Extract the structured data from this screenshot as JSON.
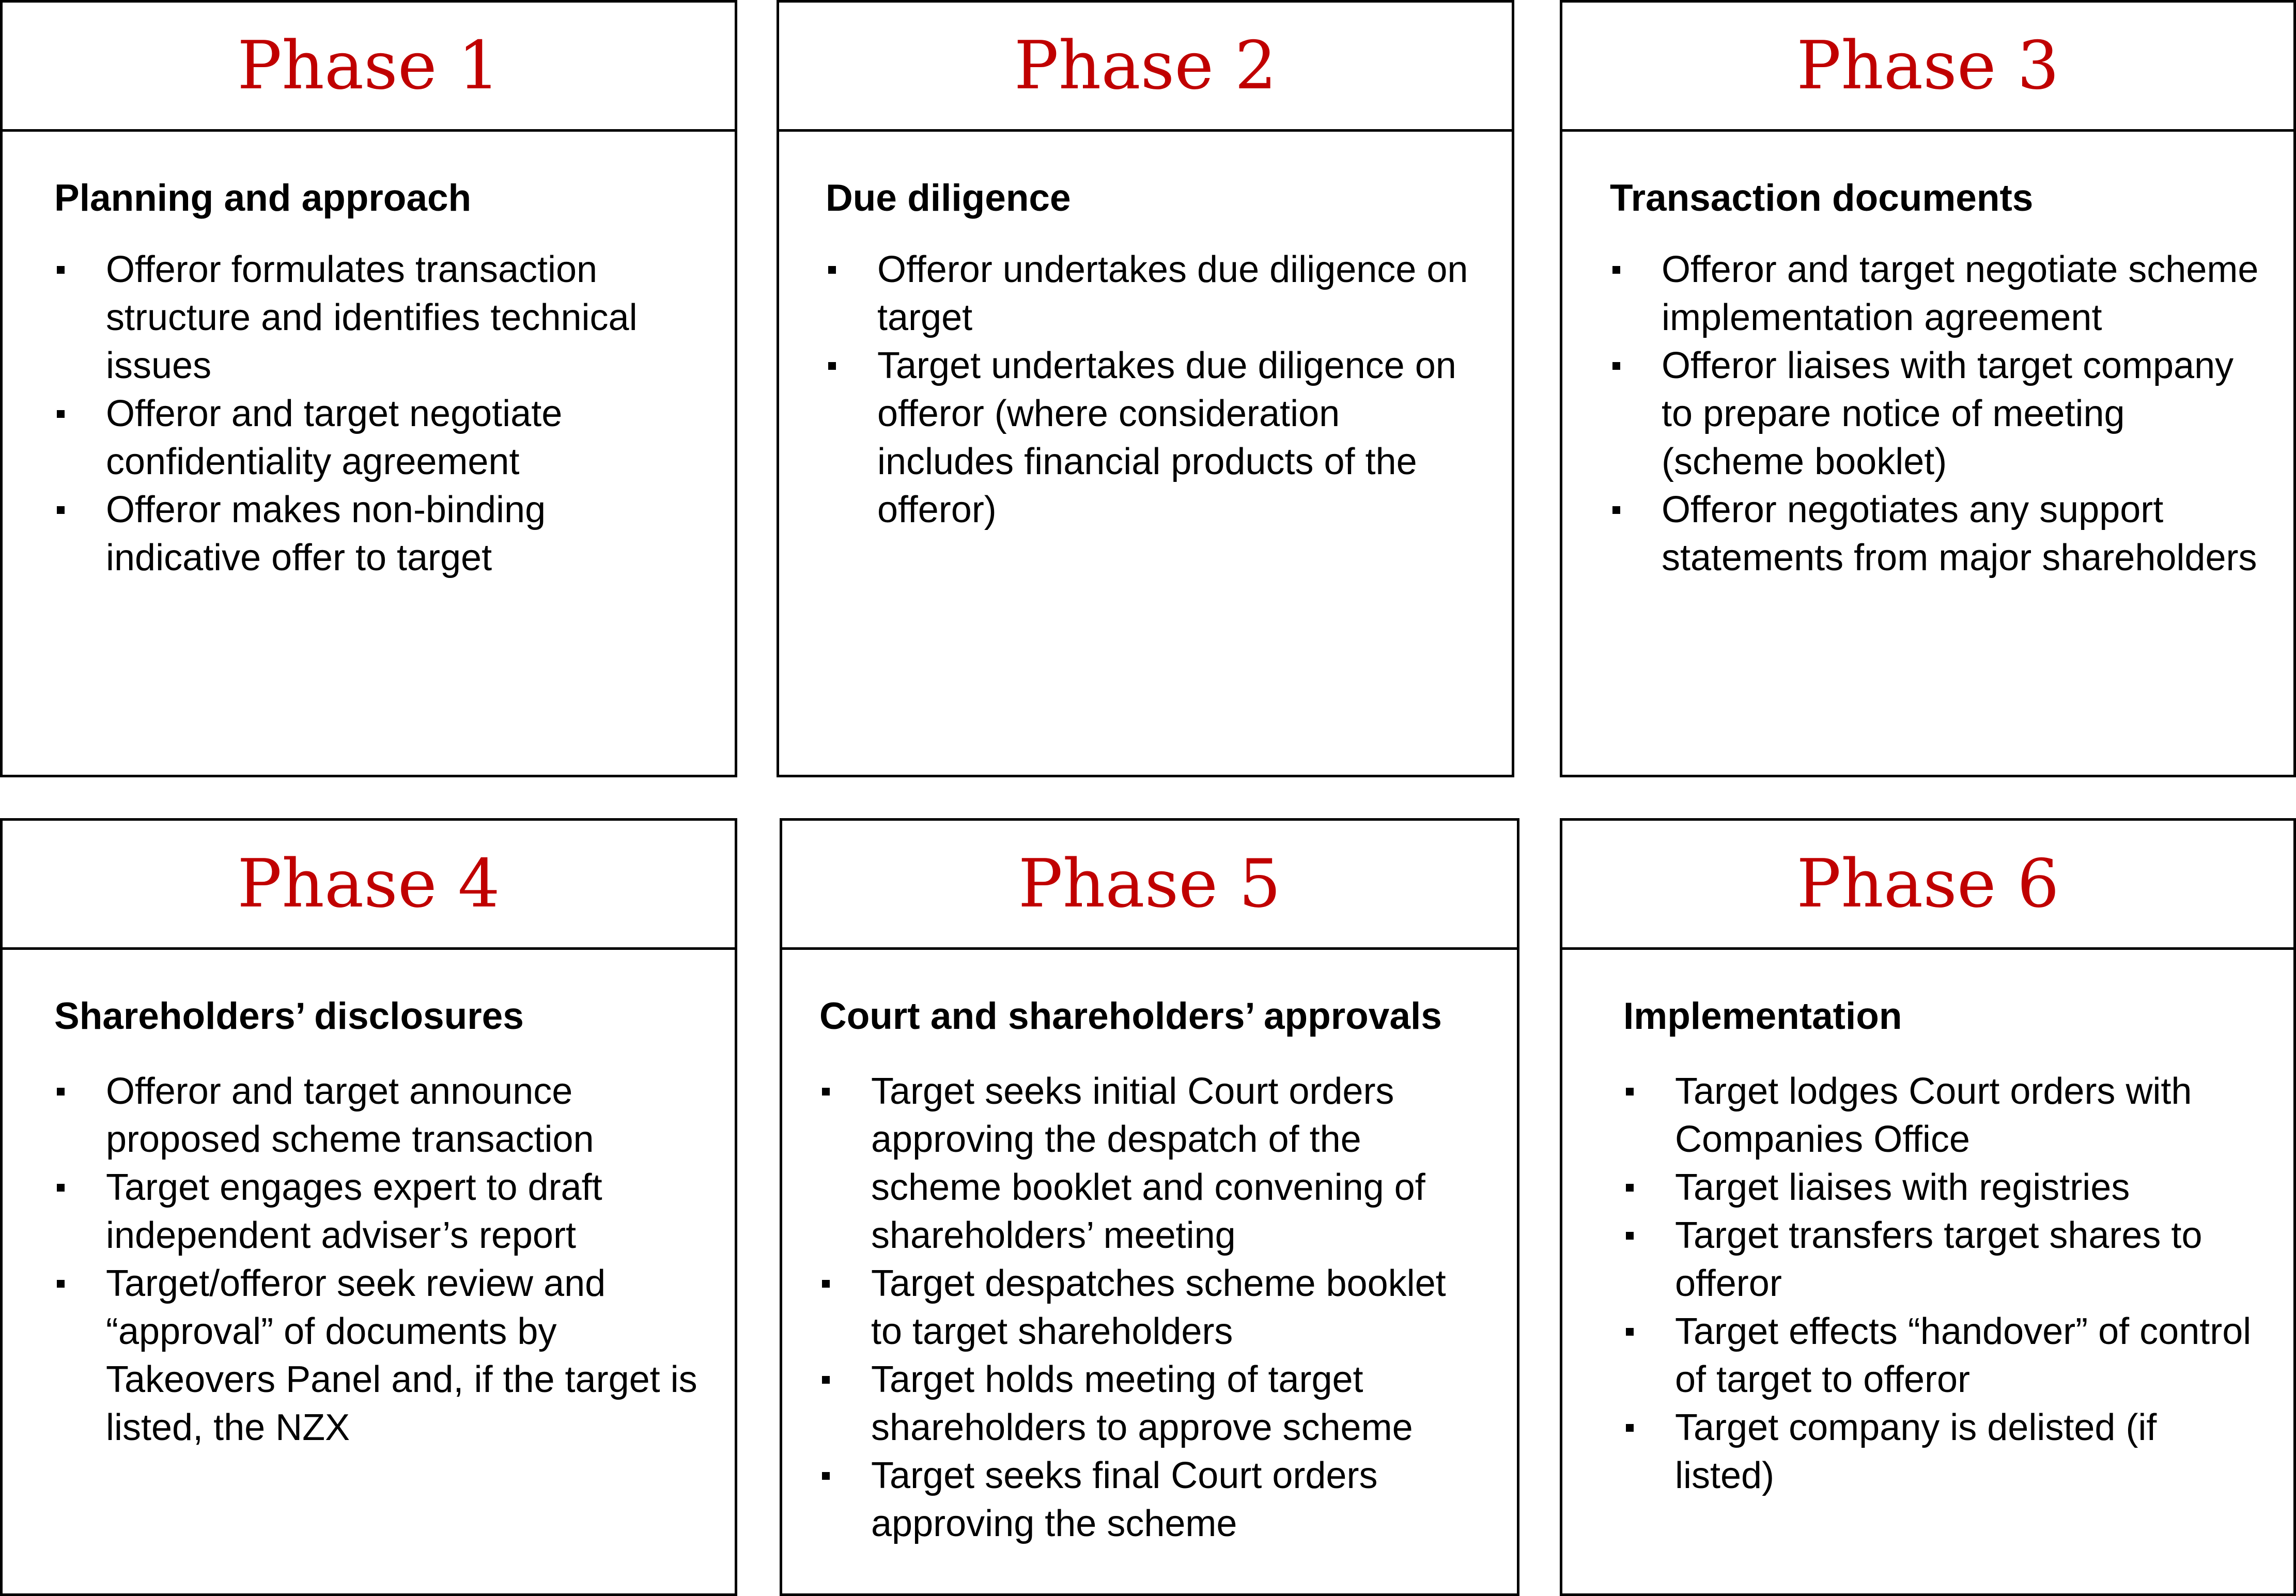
{
  "colors": {
    "phase_title": "#c00000",
    "border": "#000000",
    "text": "#000000",
    "background": "#ffffff"
  },
  "icons": {
    "bullet": "square-bullet-icon"
  },
  "phases": [
    {
      "title": "Phase 1",
      "subtitle": "Planning and approach",
      "items": [
        "Offeror formulates transaction structure and identifies technical issues",
        "Offeror and target negotiate confidentiality agreement",
        "Offeror makes non-binding indicative offer to target"
      ]
    },
    {
      "title": "Phase 2",
      "subtitle": "Due diligence",
      "items": [
        "Offeror undertakes due diligence on target",
        "Target undertakes due diligence on offeror (where consideration includes financial products of the offeror)"
      ]
    },
    {
      "title": "Phase 3",
      "subtitle": "Transaction documents",
      "items": [
        "Offeror and target negotiate scheme implementation agreement",
        "Offeror liaises with target company to prepare notice of meeting (scheme booklet)",
        "Offeror negotiates any support statements from major shareholders"
      ]
    },
    {
      "title": "Phase 4",
      "subtitle": "Shareholders’ disclosures",
      "items": [
        "Offeror and target announce proposed scheme transaction",
        "Target engages expert to draft independent adviser’s report",
        "Target/offeror seek review and “approval” of documents by Takeovers Panel and, if the target is listed, the NZX"
      ]
    },
    {
      "title": "Phase 5",
      "subtitle": "Court and shareholders’ approvals",
      "items": [
        "Target seeks initial Court orders approving the despatch of the scheme booklet and convening of shareholders’ meeting",
        "Target despatches scheme booklet to target shareholders",
        "Target holds meeting of target shareholders to approve scheme",
        "Target seeks final Court orders approving the scheme"
      ]
    },
    {
      "title": "Phase 6",
      "subtitle": "Implementation",
      "items": [
        "Target lodges Court orders with Companies Office",
        "Target liaises with registries",
        "Target transfers target shares to offeror",
        "Target effects “handover” of control of target to offeror",
        "Target company is delisted (if listed)"
      ]
    }
  ]
}
